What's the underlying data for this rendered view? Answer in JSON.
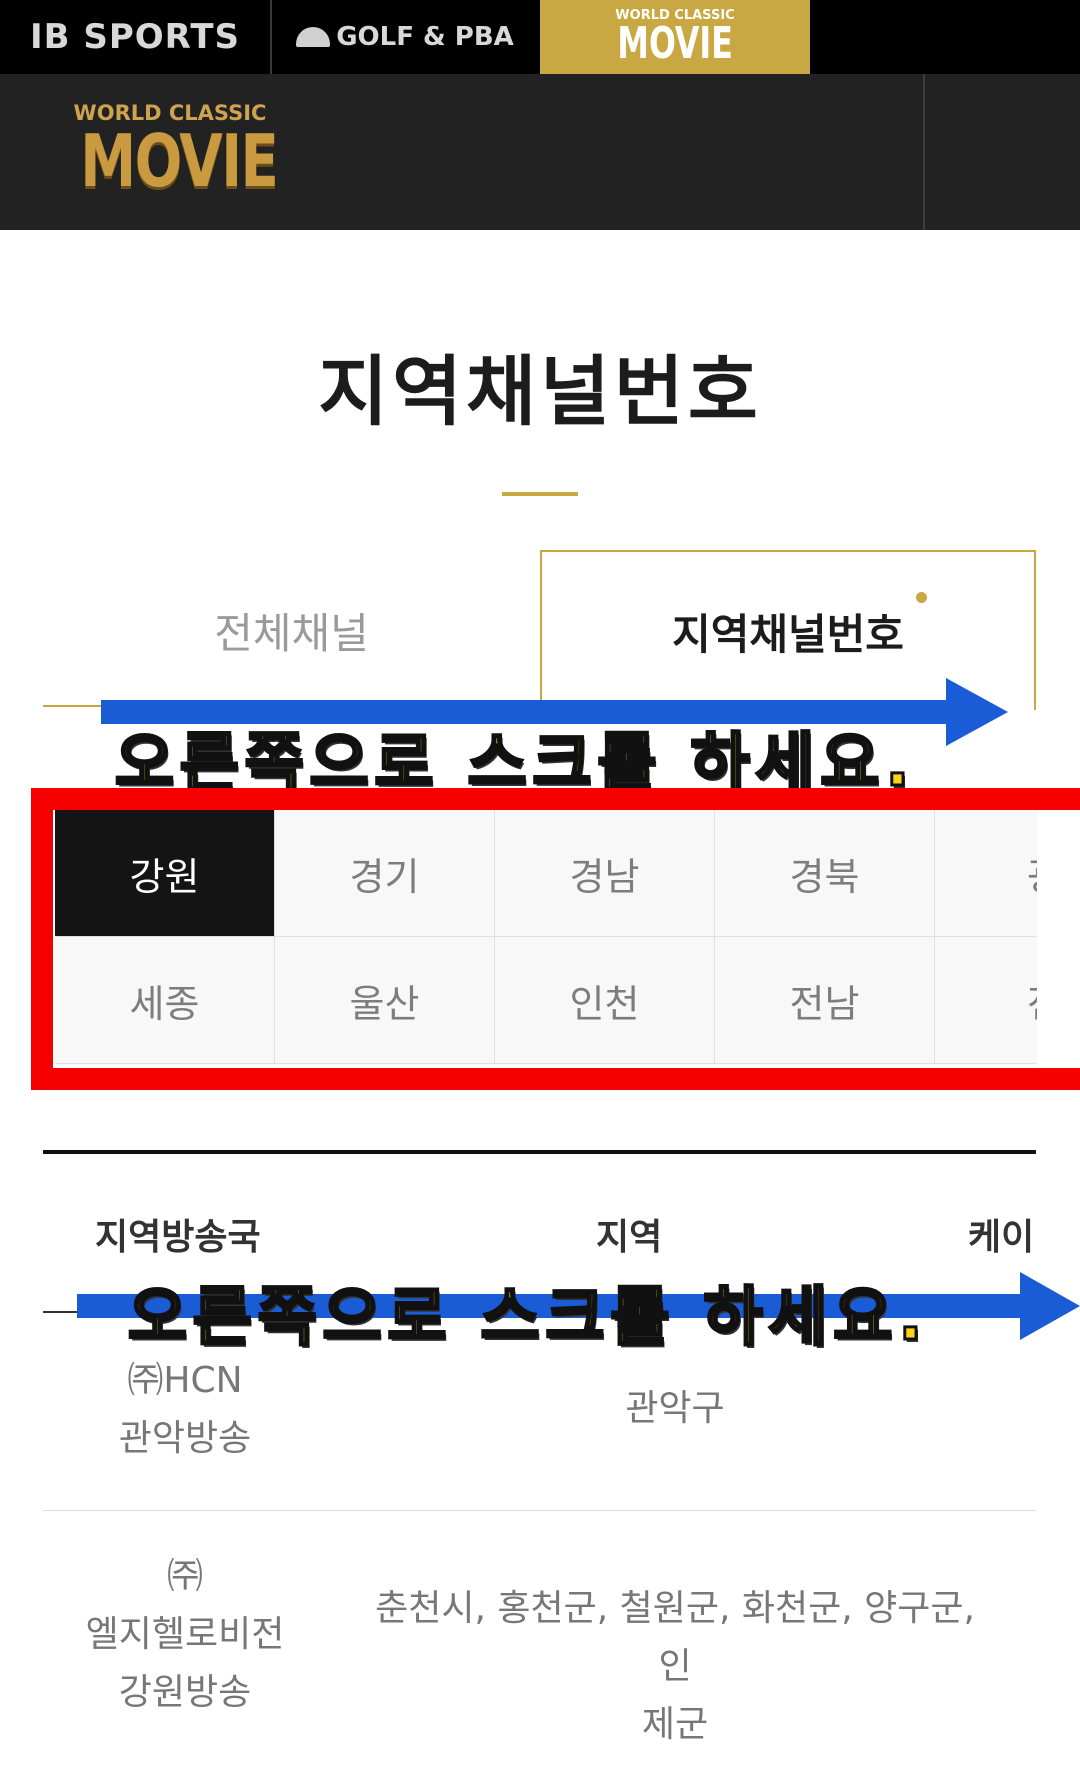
{
  "brand_tabs": [
    "IB SPORTS",
    "GOLF & PBA",
    "WORLD CLASSIC",
    "MOVIE"
  ],
  "logo": {
    "top": "WORLD CLASSIC",
    "main": "MOVIE"
  },
  "page_title": "지역채널번호",
  "tabs": {
    "all": "전체채널",
    "region": "지역채널번호"
  },
  "overlay_hint": "오른쪽으로 스크롤 하세요.",
  "regions_row1": [
    "강원",
    "경기",
    "경남",
    "경북",
    "광"
  ],
  "regions_row2": [
    "세종",
    "울산",
    "인천",
    "전남",
    "전"
  ],
  "active_region": "강원",
  "table": {
    "headers": [
      "지역방송국",
      "지역",
      "케이"
    ],
    "rows": [
      {
        "station": [
          "㈜HCN",
          "관악방송"
        ],
        "area": [
          "관악구"
        ]
      },
      {
        "station": [
          "㈜",
          "엘지헬로비전",
          "강원방송"
        ],
        "area": [
          "춘천시, 홍천군, 철원군, 화천군, 양구군, 인",
          "제군"
        ]
      }
    ]
  },
  "colors": {
    "gold": "#c9a742",
    "arrow_blue": "#1a5bd6",
    "highlight_red": "#f40000",
    "hint_yellow": "#ffd21a"
  }
}
